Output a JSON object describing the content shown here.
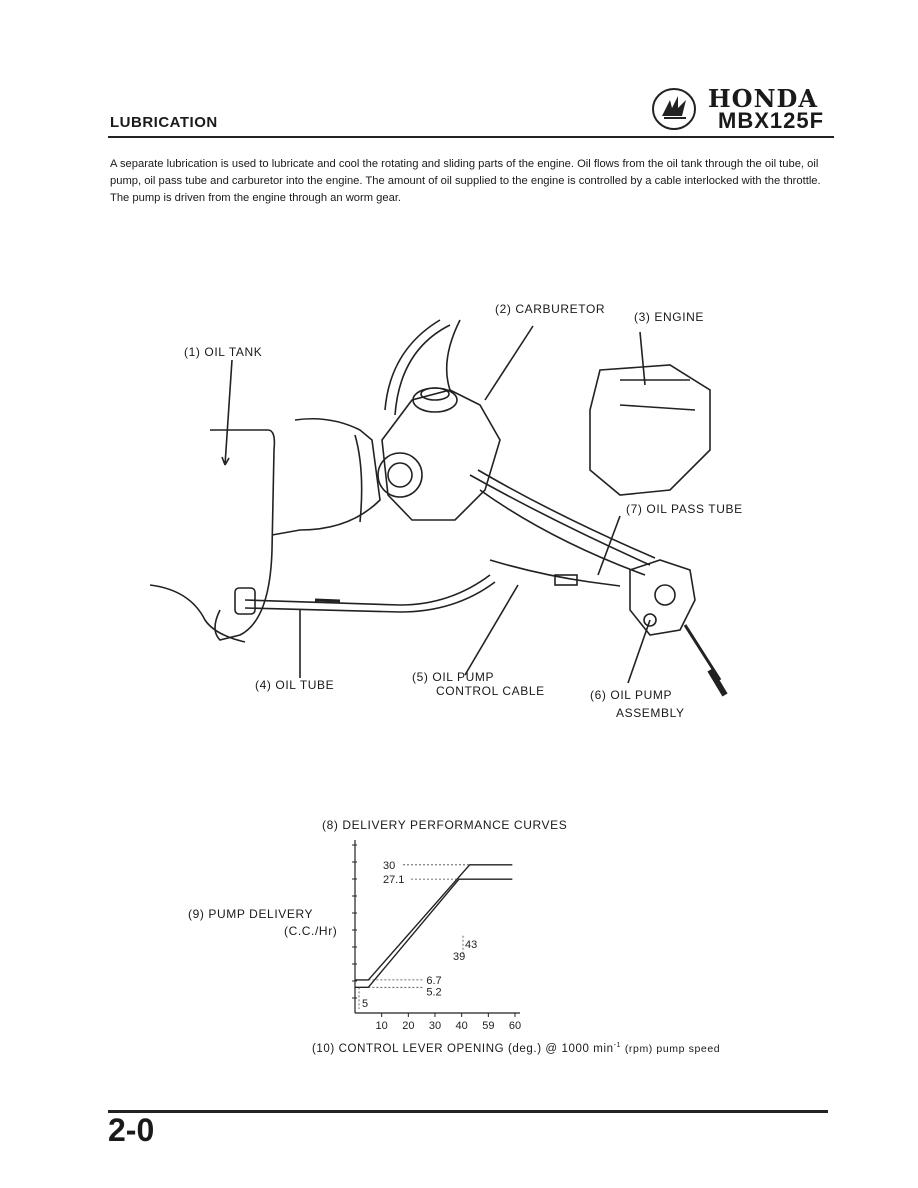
{
  "header": {
    "section_title": "LUBRICATION",
    "brand": "HONDA",
    "model": "MBX125F"
  },
  "intro_text": "A separate lubrication is used to lubricate and cool the rotating and sliding parts of the engine. Oil flows from the oil tank through the oil tube, oil pump, oil pass tube and carburetor into the engine. The amount of oil supplied to the engine is controlled by a cable interlocked with the throttle. The pump is driven from the engine through an worm gear.",
  "diagram": {
    "labels": {
      "oil_tank": "(1) OIL TANK",
      "carburetor": "(2) CARBURETOR",
      "engine": "(3) ENGINE",
      "oil_tube": "(4) OIL TUBE",
      "oil_pump_control_cable_1": "(5) OIL PUMP",
      "oil_pump_control_cable_2": "CONTROL CABLE",
      "oil_pump_assembly_1": "(6) OIL PUMP",
      "oil_pump_assembly_2": "ASSEMBLY",
      "oil_pass_tube": "(7) OIL PASS TUBE"
    }
  },
  "chart_data": {
    "type": "line",
    "title": "(8) DELIVERY PERFORMANCE CURVES",
    "ylabel_1": "(9) PUMP DELIVERY",
    "ylabel_2": "(C.C./Hr)",
    "xlabel_1": "(10) CONTROL LEVER OPENING (deg.) @ 1000 min",
    "xlabel_sup": "-1",
    "xlabel_2": "(rpm) pump speed",
    "x_ticks": [
      "10",
      "20",
      "30",
      "40",
      "59",
      "60"
    ],
    "annotations": [
      "30",
      "27.1",
      "43",
      "39",
      "6.7",
      "5.2",
      "5"
    ],
    "series": [
      {
        "x": [
          0,
          5,
          43,
          59
        ],
        "y": [
          6.7,
          6.7,
          30,
          30
        ]
      },
      {
        "x": [
          0,
          5,
          39,
          59
        ],
        "y": [
          5.2,
          5.2,
          27.1,
          27.1
        ]
      }
    ],
    "xlim": [
      0,
      60
    ],
    "ylim": [
      0,
      33
    ]
  },
  "footer": {
    "page_number": "2-0"
  }
}
